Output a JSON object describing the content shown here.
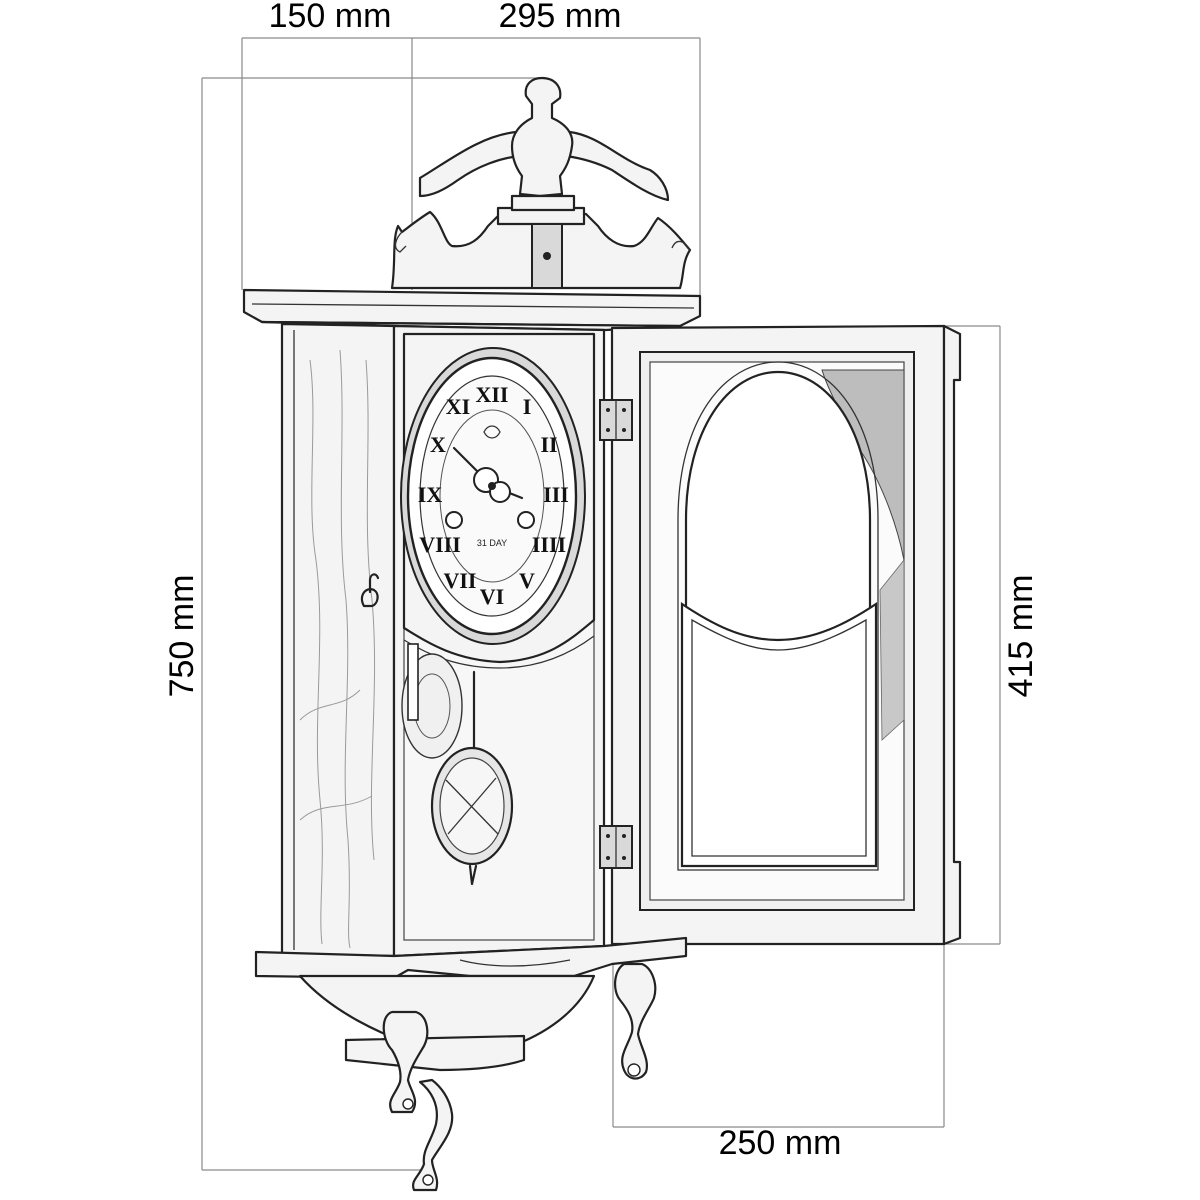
{
  "dimensions": {
    "depth": "150 mm",
    "width": "295 mm",
    "height": "750 mm",
    "door_height": "415 mm",
    "door_width": "250 mm"
  },
  "dial": {
    "numerals": [
      "XII",
      "I",
      "II",
      "III",
      "IIII",
      "V",
      "VI",
      "VII",
      "VIII",
      "IX",
      "X",
      "XI"
    ],
    "maker_mark": "31 DAY"
  },
  "icons": {
    "key": "key-icon",
    "hinge": "hinge-icon",
    "finial": "finial-icon"
  }
}
